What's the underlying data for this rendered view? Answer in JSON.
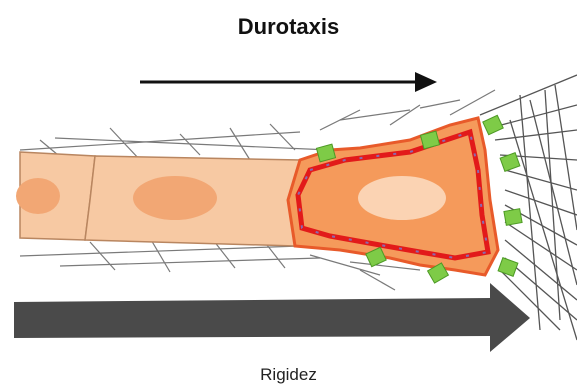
{
  "title": "Durotaxis",
  "bottom_label": "Rigidez",
  "colors": {
    "cell_light": "#f7c9a3",
    "cell_light_border": "#b98660",
    "nucleus_light": "#f2a774",
    "cell_leading": "#f59a5b",
    "cell_leading_border": "#e85a2a",
    "nucleus_leading": "#fbd3b3",
    "actin_ring": "#e21a1a",
    "adhesion": "#7ecb47",
    "myosin": "#8a6bb0",
    "fibers": "#777777",
    "stiffness_arrow": "#4a4a4a",
    "direction_arrow": "#111111"
  },
  "icons": [
    "direction-arrow",
    "stiffness-arrow",
    "focal-adhesion",
    "nucleus"
  ]
}
